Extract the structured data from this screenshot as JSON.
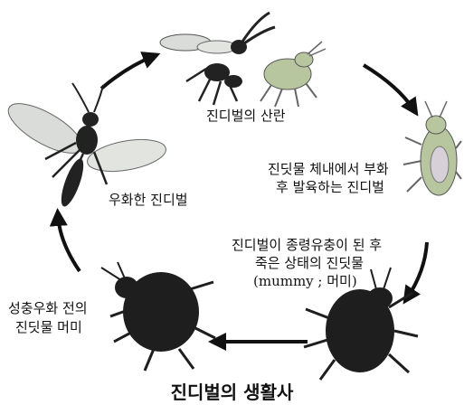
{
  "title": "진디벌의 생활사",
  "stages": {
    "oviposition": "진디벌의 산란",
    "hatching": [
      "진딧물 체내에서 부화",
      "후 발육하는 진디벌"
    ],
    "mummy": [
      "진디벌이 종령유충이 된 후",
      "죽은 상태의 진딧물",
      "(mummy ; 머미)"
    ],
    "pre_emergence": [
      "성충우화 전의",
      "진딧물 머미"
    ],
    "emerged": "우화한 진디벌"
  },
  "colors": {
    "ink": "#111111",
    "aphid_green": "#b8c6a0",
    "wing": "#d9dcd8",
    "mummy": "#1e1e1e"
  }
}
